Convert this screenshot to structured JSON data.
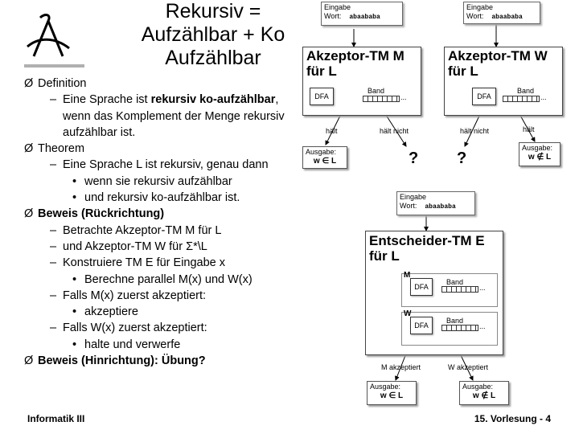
{
  "title": {
    "line1": "Rekursiv =",
    "line2": "Aufzählbar + Ko",
    "line3": "Aufzählbar"
  },
  "bullets": [
    {
      "level": 1,
      "marker": "Ø",
      "text": "Definition",
      "bold": false
    },
    {
      "level": 2,
      "marker": "–",
      "pre": "Eine Sprache ist ",
      "bold_text": "rekursiv ko-aufzählbar",
      "post": ", wenn das Komplement der Menge rekursiv aufzählbar ist."
    },
    {
      "level": 1,
      "marker": "Ø",
      "text": "Theorem"
    },
    {
      "level": 2,
      "marker": "–",
      "text": "Eine Sprache L ist rekursiv, genau dann"
    },
    {
      "level": 3,
      "marker": "•",
      "text": "wenn sie rekursiv aufzählbar"
    },
    {
      "level": 3,
      "marker": "•",
      "text": "und rekursiv ko-aufzählbar ist."
    },
    {
      "level": 1,
      "marker": "Ø",
      "text": "Beweis (Rückrichtung)",
      "bold": true
    },
    {
      "level": 2,
      "marker": "–",
      "text": "Betrachte Akzeptor-TM M für L"
    },
    {
      "level": 2,
      "marker": "–",
      "text": "und Akzeptor-TM W für Σ*\\L"
    },
    {
      "level": 2,
      "marker": "–",
      "text": "Konstruiere TM E für Eingabe x"
    },
    {
      "level": 3,
      "marker": "•",
      "text": "Berechne parallel M(x) und W(x)"
    },
    {
      "level": 2,
      "marker": "–",
      "text": "Falls M(x) zuerst akzeptiert:"
    },
    {
      "level": 3,
      "marker": "•",
      "text": "akzeptiere"
    },
    {
      "level": 2,
      "marker": "–",
      "text": "Falls W(x) zuerst akzeptiert:"
    },
    {
      "level": 3,
      "marker": "•",
      "text": "halte und verwerfe"
    },
    {
      "level": 1,
      "marker": "Ø",
      "text": "Beweis (Hinrichtung): Übung?",
      "bold": true
    }
  ],
  "footer": {
    "left": "Informatik III",
    "right": "15. Vorlesung - 4"
  },
  "diagram": {
    "input_label": "Eingabe",
    "word_label": "Wort:",
    "word": "abaababa",
    "tm_m": {
      "line1": "Akzeptor-TM M",
      "line2": "für L"
    },
    "tm_w": {
      "line1": "Akzeptor-TM W",
      "line2": "für L"
    },
    "tm_e": {
      "line1": "Entscheider-TM E",
      "line2": "für L"
    },
    "dfa": "DFA",
    "band": "Band",
    "dots": "...",
    "haelt": "hält",
    "haelt_nicht": "hält nicht",
    "output_label": "Ausgabe:",
    "in_L": "w ∈ L",
    "not_in_L": "w ∉ L",
    "question": "?",
    "m_label": "M",
    "w_label": "W",
    "m_akzeptiert": "M akzeptiert",
    "w_akzeptiert": "W akzeptiert"
  }
}
